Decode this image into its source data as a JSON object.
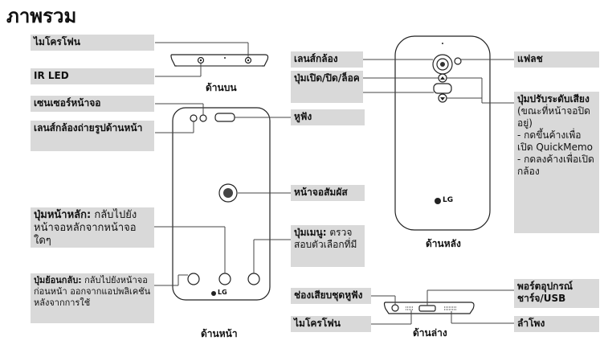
{
  "title": "ภาพรวม",
  "labels": {
    "mic_top": "ไมโครโฟน",
    "ir_led": "IR LED",
    "proximity": "เซนเซอร์หน้าจอ",
    "front_cam": "เลนส์กล้องถ่ายรูปด้านหน้า",
    "home_bold": "ปุ่มหน้าหลัก:",
    "home_desc": " กลับไปยังหน้าจอหลักจากหน้าจอใดๆ",
    "back_bold": "ปุ่มย้อนกลับ:",
    "back_desc": " กลับไปยังหน้าจอก่อนหน้า ออกจากแอปพลิเคชันหลังจากการใช้",
    "earpiece": "หูฟัง",
    "touchscreen": "หน้าจอสัมผัส",
    "menu_bold": "ปุ่มเมนู:",
    "menu_desc": " ตรวจสอบตัวเลือกที่มี",
    "headset": "ช่องเสียบชุดหูฟัง",
    "mic_bottom": "ไมโครโฟน",
    "rear_cam": "เลนส์กล้อง",
    "power": "ปุ่มเปิด/ปิด/ล็อค",
    "flash": "แฟลช",
    "volume_bold": "ปุ่มปรับระดับเสียง",
    "volume_note": "(ขณะที่หน้าจอปิดอยู่)",
    "volume_item1": "- กดขึ้นค้างเพื่อเปิด QuickMemo",
    "volume_item2": "- กดลงค้างเพื่อเปิดกล้อง",
    "charger": "พอร์ตอุปกรณ์ชาร์จ/USB",
    "speaker": "ลำโพง"
  },
  "captions": {
    "top": "ด้านบน",
    "front": "ด้านหน้า",
    "back": "ด้านหลัง",
    "bottom": "ด้านล่าง"
  },
  "logo": "LG"
}
